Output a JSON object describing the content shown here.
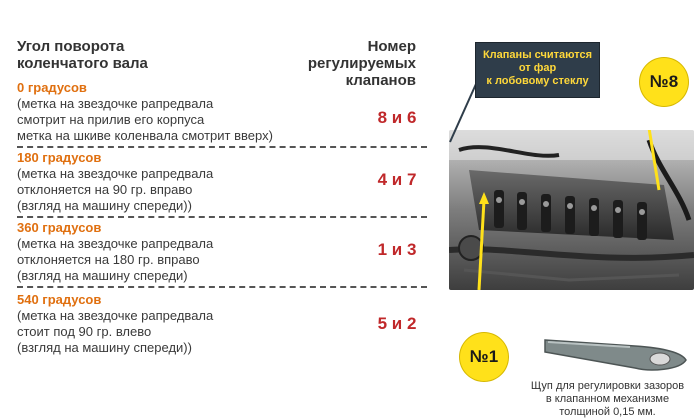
{
  "header": {
    "left_line1": "Угол поворота",
    "left_line2": "коленчатого вала",
    "right_line1": "Номер регулируемых",
    "right_line2": "клапанов"
  },
  "rows": [
    {
      "degrees": "0 градусов",
      "note1": "(метка на звездочке рапредвала",
      "note2": "смотрит на прилив его корпуса",
      "note3": "метка на шкиве коленвала смотрит вверх)",
      "valves": "8 и 6"
    },
    {
      "degrees": "180 градусов",
      "note1": "(метка на звездочке рапредвала",
      "note2": "отклоняется на 90 гр. вправо",
      "note3": "(взгляд на машину спереди))",
      "valves": "4 и 7"
    },
    {
      "degrees": "360 градусов",
      "note1": "(метка на звездочке рапредвала",
      "note2": "отклоняется на 180 гр. вправо",
      "note3": "(взгляд на машину спереди)",
      "valves": "1 и 3"
    },
    {
      "degrees": "540 градусов",
      "note1": "(метка на звездочке рапредвала",
      "note2": "стоит под 90 гр. влево",
      "note3": "(взгляд на машину спереди))",
      "valves": "5 и 2"
    }
  ],
  "callout": {
    "line1": "Клапаны считаются",
    "line2": "от фар",
    "line3": "к лобовому стеклу"
  },
  "badges": {
    "top": "№8",
    "bottom": "№1"
  },
  "caption": {
    "line1": "Щуп для регулировки зазоров",
    "line2": "в клапанном механизме",
    "line3": "толщиной 0,15 мм."
  },
  "colors": {
    "degree_accent": "#e07010",
    "valves_accent": "#c0282a",
    "badge_yellow": "#ffe11a",
    "callout_text": "#ffd83a"
  }
}
